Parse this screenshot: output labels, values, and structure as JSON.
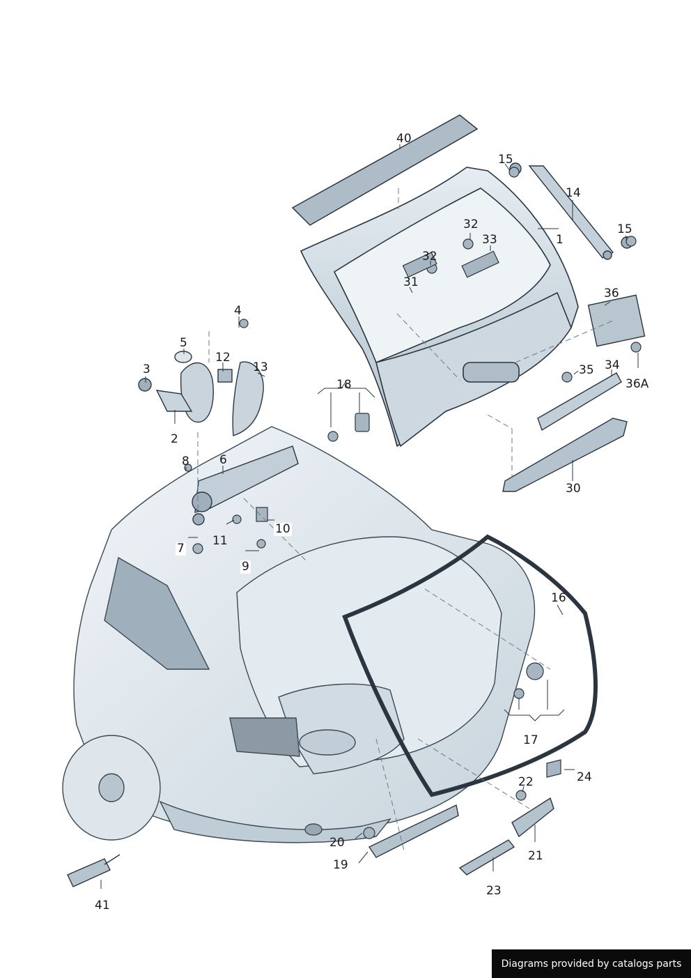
{
  "diagram": {
    "callouts": [
      {
        "id": "c1",
        "label": "1"
      },
      {
        "id": "c2",
        "label": "2"
      },
      {
        "id": "c3",
        "label": "3"
      },
      {
        "id": "c4",
        "label": "4"
      },
      {
        "id": "c5",
        "label": "5"
      },
      {
        "id": "c6",
        "label": "6"
      },
      {
        "id": "c7",
        "label": "7"
      },
      {
        "id": "c8",
        "label": "8"
      },
      {
        "id": "c9",
        "label": "9"
      },
      {
        "id": "c10",
        "label": "10"
      },
      {
        "id": "c11",
        "label": "11"
      },
      {
        "id": "c12",
        "label": "12"
      },
      {
        "id": "c13",
        "label": "13"
      },
      {
        "id": "c14",
        "label": "14"
      },
      {
        "id": "c15a",
        "label": "15"
      },
      {
        "id": "c15b",
        "label": "15"
      },
      {
        "id": "c16",
        "label": "16"
      },
      {
        "id": "c17",
        "label": "17"
      },
      {
        "id": "c18",
        "label": "18"
      },
      {
        "id": "c19",
        "label": "19"
      },
      {
        "id": "c20",
        "label": "20"
      },
      {
        "id": "c21",
        "label": "21"
      },
      {
        "id": "c22",
        "label": "22"
      },
      {
        "id": "c23",
        "label": "23"
      },
      {
        "id": "c24",
        "label": "24"
      },
      {
        "id": "c30",
        "label": "30"
      },
      {
        "id": "c31",
        "label": "31"
      },
      {
        "id": "c32a",
        "label": "32"
      },
      {
        "id": "c32b",
        "label": "32"
      },
      {
        "id": "c33",
        "label": "33"
      },
      {
        "id": "c34",
        "label": "34"
      },
      {
        "id": "c35",
        "label": "35"
      },
      {
        "id": "c36",
        "label": "36"
      },
      {
        "id": "c36A",
        "label": "36A"
      },
      {
        "id": "c40",
        "label": "40"
      },
      {
        "id": "c41",
        "label": "41"
      }
    ]
  },
  "footer": {
    "credit": "Diagrams provided by catalogs parts"
  },
  "colors": {
    "part_fill": "#d9e2e8",
    "part_shade": "#a9b9c4",
    "outline": "#2a3540",
    "dash": "#6a7a86",
    "glass": "#eef3f6"
  }
}
